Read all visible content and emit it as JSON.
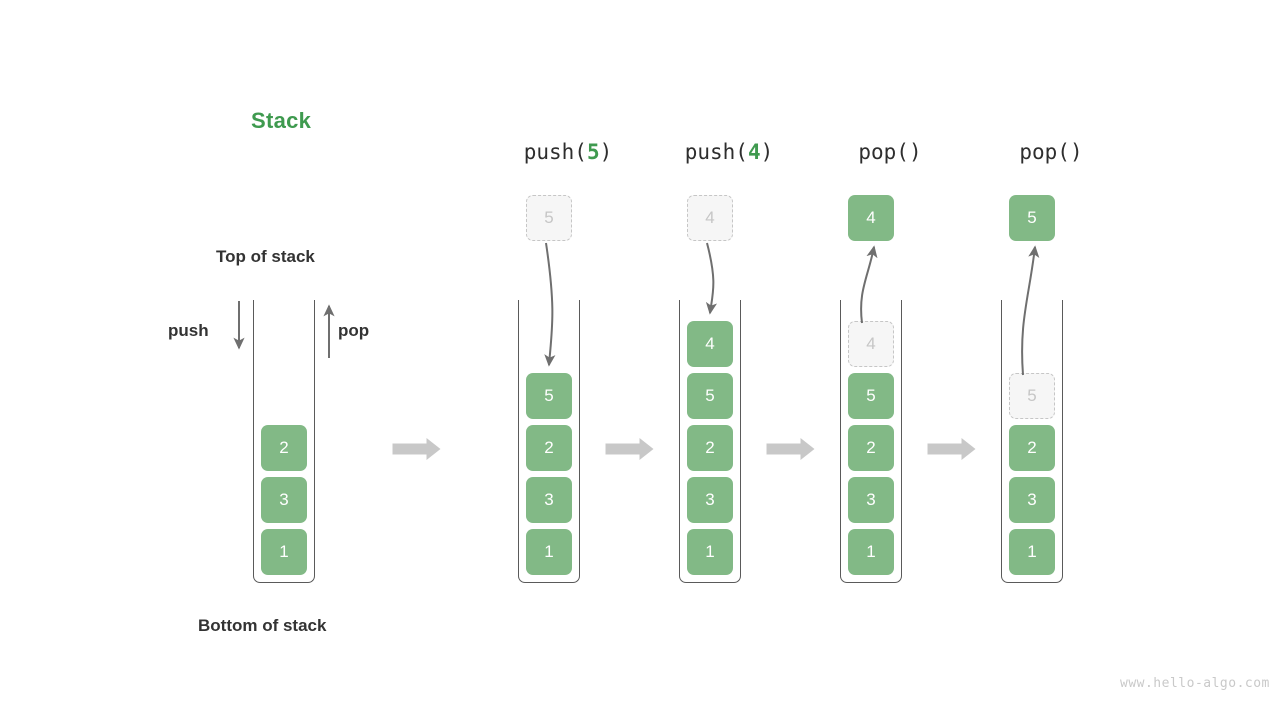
{
  "diagram": {
    "title": "Stack",
    "labels": {
      "top_of_stack": "Top of stack",
      "bottom_of_stack": "Bottom of stack",
      "push": "push",
      "pop": "pop"
    },
    "watermark": "www.hello-algo.com",
    "colors": {
      "accent_green": "#3f9a4f",
      "cell_green": "#82b986",
      "ghost_gray": "#c6c6c6",
      "arrow_gray": "#6f6f6f",
      "flow_arrow_gray": "#c8c8c8",
      "container_stroke": "#5a5a5a",
      "text_dark": "#333333",
      "watermark_gray": "#c9c9c9"
    }
  },
  "stages": [
    {
      "id": "initial",
      "op_label": null,
      "op_prefix": null,
      "op_arg": null,
      "op_suffix": null,
      "external_cell": null,
      "cells": [
        {
          "value": "2",
          "state": "solid"
        },
        {
          "value": "3",
          "state": "solid"
        },
        {
          "value": "1",
          "state": "solid"
        }
      ]
    },
    {
      "id": "push-5",
      "op_label": "push(5)",
      "op_prefix": "push(",
      "op_arg": "5",
      "op_suffix": ")",
      "external_cell": {
        "value": "5",
        "state": "ghost"
      },
      "cells": [
        {
          "value": "5",
          "state": "solid"
        },
        {
          "value": "2",
          "state": "solid"
        },
        {
          "value": "3",
          "state": "solid"
        },
        {
          "value": "1",
          "state": "solid"
        }
      ]
    },
    {
      "id": "push-4",
      "op_label": "push(4)",
      "op_prefix": "push(",
      "op_arg": "4",
      "op_suffix": ")",
      "external_cell": {
        "value": "4",
        "state": "ghost"
      },
      "cells": [
        {
          "value": "4",
          "state": "solid"
        },
        {
          "value": "5",
          "state": "solid"
        },
        {
          "value": "2",
          "state": "solid"
        },
        {
          "value": "3",
          "state": "solid"
        },
        {
          "value": "1",
          "state": "solid"
        }
      ]
    },
    {
      "id": "pop-1",
      "op_label": "pop()",
      "op_prefix": "pop(",
      "op_arg": "",
      "op_suffix": ")",
      "external_cell": {
        "value": "4",
        "state": "solid"
      },
      "cells": [
        {
          "value": "4",
          "state": "ghost"
        },
        {
          "value": "5",
          "state": "solid"
        },
        {
          "value": "2",
          "state": "solid"
        },
        {
          "value": "3",
          "state": "solid"
        },
        {
          "value": "1",
          "state": "solid"
        }
      ]
    },
    {
      "id": "pop-2",
      "op_label": "pop()",
      "op_prefix": "pop(",
      "op_arg": "",
      "op_suffix": ")",
      "external_cell": {
        "value": "5",
        "state": "solid"
      },
      "cells": [
        {
          "value": "5",
          "state": "ghost"
        },
        {
          "value": "2",
          "state": "solid"
        },
        {
          "value": "3",
          "state": "solid"
        },
        {
          "value": "1",
          "state": "solid"
        }
      ]
    }
  ],
  "flow_arrows": [
    {
      "from": "initial",
      "to": "push-5"
    },
    {
      "from": "push-5",
      "to": "push-4"
    },
    {
      "from": "push-4",
      "to": "pop-1"
    },
    {
      "from": "pop-1",
      "to": "pop-2"
    }
  ]
}
